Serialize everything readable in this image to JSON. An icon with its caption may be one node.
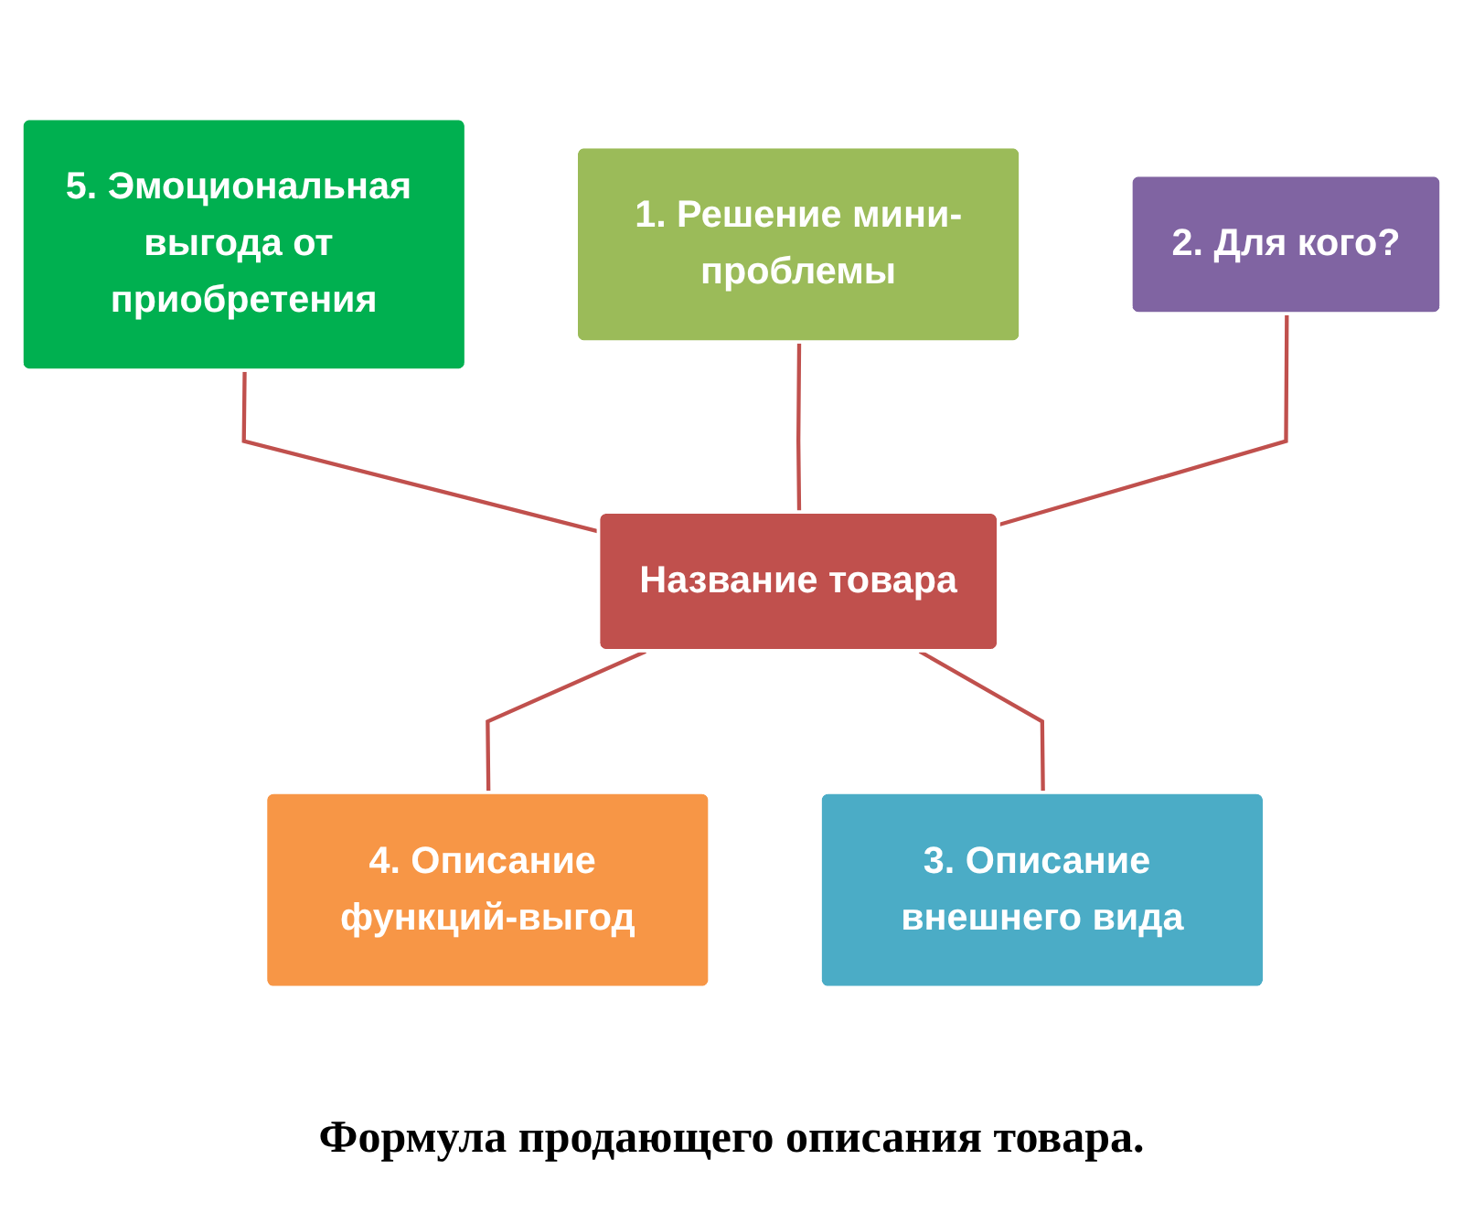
{
  "diagram": {
    "caption": "Формула продающего описания товара.",
    "nodes": [
      {
        "text": [
          "1. Решение мини-проблемы"
        ]
      },
      {
        "text": [
          "5. Эмоциональная выгода от приобретения"
        ]
      },
      {
        "text": [
          "2. Для кого?"
        ]
      },
      {
        "text": [
          "Название товара"
        ]
      },
      {
        "text": [
          "4. Описание функций-выгод"
        ]
      },
      {
        "text": [
          "3. Описание внешнего вида"
        ]
      }
    ],
    "edges": [
      {
        "from": 1,
        "to": 3,
        "arrow": "none"
      },
      {
        "from": 0,
        "to": 3,
        "arrow": "none"
      },
      {
        "from": 2,
        "to": 3,
        "arrow": "none"
      },
      {
        "from": 3,
        "to": 4,
        "arrow": "none"
      },
      {
        "from": 3,
        "to": 5,
        "arrow": "none"
      }
    ]
  }
}
